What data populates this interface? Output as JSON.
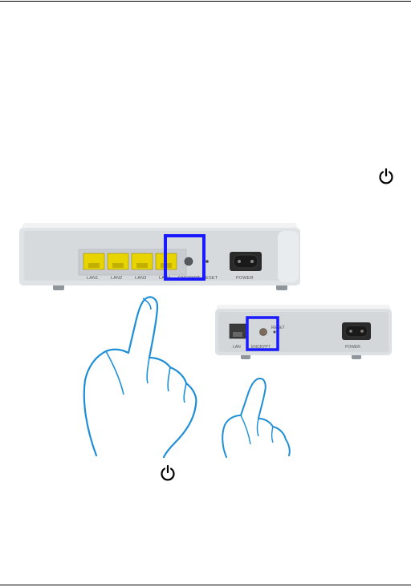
{
  "icons": {
    "power_top": "power-icon",
    "power_bottom": "power-icon"
  },
  "device_large": {
    "ports": [
      "LAN1",
      "LAN2",
      "LAN3",
      "LAN4"
    ],
    "encrypt_label": "ENCRYPT",
    "reset_label": "RESET",
    "power_label": "POWER"
  },
  "device_small": {
    "lan_label": "LAN",
    "encrypt_label": "ENCRYPT",
    "reset_label": "RESET",
    "power_label": "POWER"
  },
  "colors": {
    "highlight": "#1a1aff",
    "port_yellow": "#e8d400",
    "hand_stroke": "#1e8fd6"
  }
}
